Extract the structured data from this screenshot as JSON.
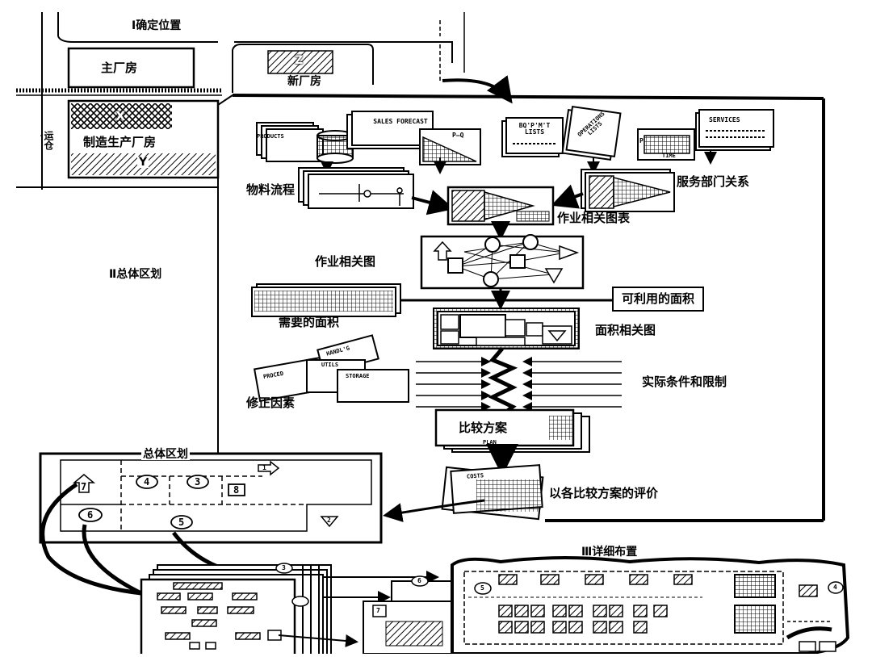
{
  "section1": {
    "title": "Ⅰ确定位置",
    "main_plant": "主厂房",
    "new_plant_letter": "Z",
    "new_plant": "新厂房",
    "mfg_letter_x": "X",
    "mfg_plant": "制造生产厂房",
    "mfg_letter_y": "Y",
    "side_text": "运仓"
  },
  "section2": {
    "title": "Ⅱ总体区划",
    "inputs": {
      "products": "PRODUCTS",
      "sales_forecast": "SALES FORECAST",
      "p_q": "P—Q",
      "bqpmt_lists": "BQ'P'M'T LISTS",
      "operations_lists": "OPERATIONS LISTS",
      "services": "SERVICES",
      "time": "TIME",
      "p": "P"
    },
    "material_flow": "物料流程",
    "service_relations": "服务部门关系",
    "activity_chart": "作业相关图表",
    "activity_diagram": "作业相关图",
    "available_area": "可利用的面积",
    "required_area": "需要的面积",
    "space_diagram": "面积相关图",
    "modifications": "修正因素",
    "modifier_cards": [
      "PROCED",
      "HANDL'G",
      "UTILS",
      "STORAGE"
    ],
    "constraints": "实际条件和限制",
    "compare_plans": "比较方案",
    "plan": "PLAN",
    "costs": "COSTS",
    "evaluation": "以各比较方案的评价"
  },
  "overall_plan": {
    "title": "总体区划",
    "nodes": [
      "7",
      "4",
      "3",
      "8",
      "6",
      "5",
      "2",
      "1"
    ]
  },
  "section3": {
    "title": "Ⅲ详细布置",
    "nodes": [
      "5",
      "6",
      "4",
      "3",
      "7"
    ]
  }
}
